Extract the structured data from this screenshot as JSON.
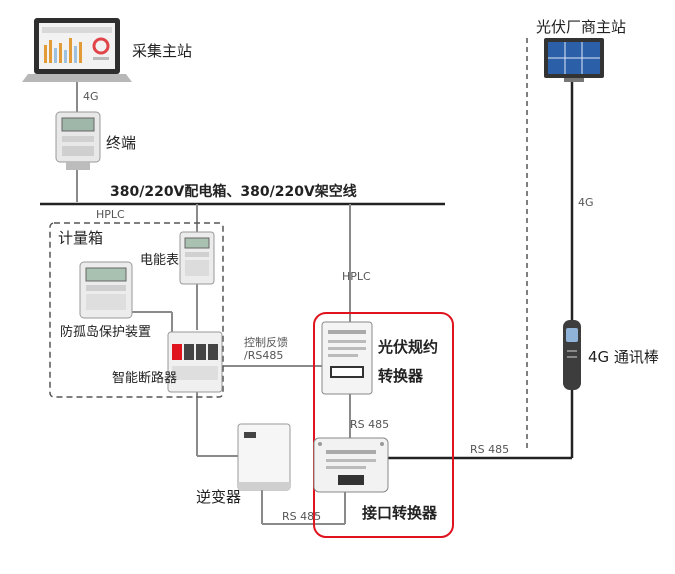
{
  "nodes": {
    "collection_station": "采集主站",
    "terminal": "终端",
    "bus_line": "380/220V配电箱、380/220V架空线",
    "metering_box": "计量箱",
    "energy_meter": "电能表",
    "anti_islanding": "防孤岛保护装置",
    "smart_breaker": "智能断路器",
    "pv_protocol_converter_1": "光伏规约",
    "pv_protocol_converter_2": "转换器",
    "interface_converter": "接口转换器",
    "inverter": "逆变器",
    "pv_vendor_station": "光伏厂商主站",
    "comm_stick": "4G 通讯棒"
  },
  "links": {
    "station_terminal": "4G",
    "hplc_left": "HPLC",
    "hplc_right": "HPLC",
    "control_feedback_1": "控制反馈",
    "control_feedback_2": "/RS485",
    "rs485_vertical": "RS 485",
    "rs485_inverter": "RS 485",
    "rs485_stick": "RS 485",
    "vendor_4g": "4G"
  },
  "colors": {
    "line": "#222222",
    "thin_line": "#8a8a8a",
    "highlight_box": "#e0141e",
    "dashed_box": "#555555"
  }
}
